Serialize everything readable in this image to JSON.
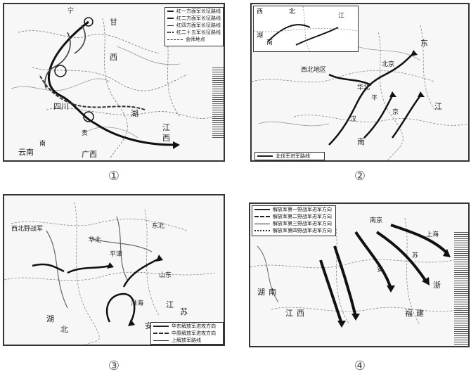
{
  "panels": [
    {
      "caption": "①",
      "labels": [
        "宁",
        "西",
        "甘",
        "四川",
        "湖",
        "江",
        "西",
        "云南",
        "广西",
        "贵",
        "南"
      ],
      "legend": [
        "红一方面军长征路线",
        "红二方面军长征路线",
        "红四方面军长征路线",
        "红二十五军长征路线",
        "会师地点"
      ]
    },
    {
      "caption": "②",
      "labels": [
        "北京",
        "西北地区",
        "华北",
        "江",
        "东",
        "南",
        "京",
        "平",
        "汉"
      ],
      "inset_labels": [
        "西",
        "北",
        "湖",
        "南",
        "江"
      ],
      "legend": [
        "北伐军进军路线"
      ]
    },
    {
      "caption": "③",
      "labels": [
        "西北野战军",
        "华北",
        "东北",
        "淮海",
        "平津",
        "山东",
        "江",
        "苏",
        "安",
        "湖",
        "北"
      ],
      "legend": [
        "华东解放军进攻方向",
        "中原解放军进攻方向",
        "上解放军路线"
      ]
    },
    {
      "caption": "④",
      "labels": [
        "南京",
        "上海",
        "江",
        "西",
        "福",
        "建",
        "湖",
        "南",
        "浙",
        "苏",
        "安"
      ],
      "legend": [
        "解放军第一野战军进军方向",
        "解放军第二野战军进军方向",
        "解放军第三野战军进军方向",
        "解放军第四野战军进军方向"
      ]
    }
  ]
}
